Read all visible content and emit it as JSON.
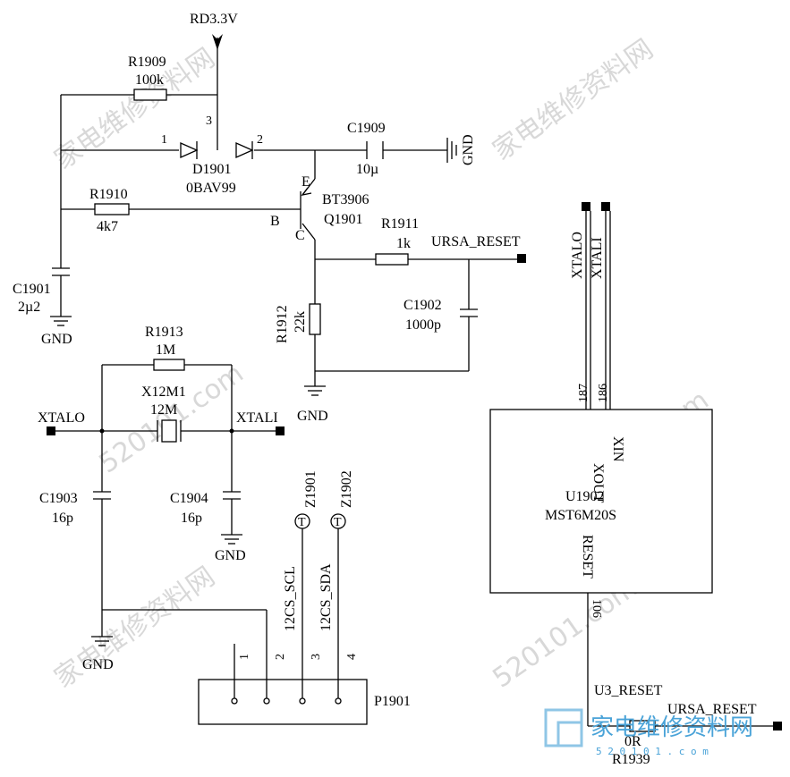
{
  "power": {
    "rail": "RD3.3V",
    "pin3": "3"
  },
  "resistors": {
    "r1909": {
      "ref": "R1909",
      "value": "100k"
    },
    "r1910": {
      "ref": "R1910",
      "value": "4k7"
    },
    "r1911": {
      "ref": "R1911",
      "value": "1k"
    },
    "r1912": {
      "ref": "R1912",
      "value": "22k"
    },
    "r1913": {
      "ref": "R1913",
      "value": "1M"
    },
    "r1939": {
      "ref": "R1939",
      "value": "0R"
    }
  },
  "capacitors": {
    "c1909": {
      "ref": "C1909",
      "value": "10µ"
    },
    "c1901": {
      "ref": "C1901",
      "value": "2µ2"
    },
    "c1902": {
      "ref": "C1902",
      "value": "1000p"
    },
    "c1903": {
      "ref": "C1903",
      "value": "16p"
    },
    "c1904": {
      "ref": "C1904",
      "value": "16p"
    }
  },
  "diode": {
    "ref": "D1901",
    "part": "0BAV99",
    "pin1": "1",
    "pin2": "2"
  },
  "transistor": {
    "ref": "Q1901",
    "part": "BT3906",
    "e": "E",
    "b": "B",
    "c": "C"
  },
  "crystal": {
    "ref": "X12M1",
    "value": "12M"
  },
  "nets": {
    "gnd": "GND",
    "ursa_reset": "URSA_RESET",
    "xtalo": "XTALO",
    "xtali": "XTALI",
    "u3_reset": "U3_RESET",
    "scl": "12CS_SCL",
    "sda": "12CS_SDA"
  },
  "testpoints": {
    "z1901": "Z1901",
    "z1902": "Z1902",
    "symbol": "T"
  },
  "connector": {
    "ref": "P1901",
    "pins": [
      "1",
      "2",
      "3",
      "4"
    ]
  },
  "ic": {
    "ref": "U1902",
    "part": "MST6M20S",
    "pin_xout": "XOUT",
    "pin_xin": "XIN",
    "pin_reset": "RESET",
    "num_xout": "187",
    "num_xin": "186",
    "num_reset": "106"
  },
  "watermark": {
    "text": "家电维修资料网",
    "url": "520101.com"
  },
  "logo": {
    "text": "家电维修资料网",
    "url": "5 2 0 1 0 1 . c o m"
  }
}
